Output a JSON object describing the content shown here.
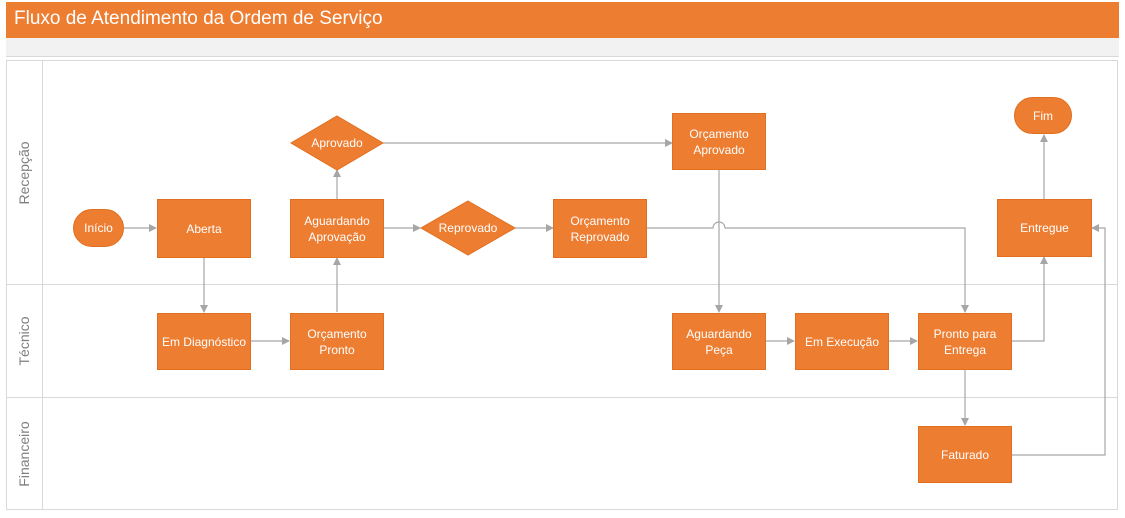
{
  "title": "Fluxo de Atendimento da Ordem de Serviço",
  "lanes": {
    "recepcao": "Recepção",
    "tecnico": "Técnico",
    "financeiro": "Financeiro"
  },
  "nodes": {
    "inicio": "Início",
    "aberta": "Aberta",
    "em_diagnostico": "Em Diagnóstico",
    "orcamento_pronto": "Orçamento Pronto",
    "aguardando_aprovacao": "Aguardando Aprovação",
    "aprovado": "Aprovado",
    "reprovado": "Reprovado",
    "orcamento_reprovado": "Orçamento Reprovado",
    "orcamento_aprovado": "Orçamento Aprovado",
    "aguardando_peca": "Aguardando Peça",
    "em_execucao": "Em Execução",
    "pronto_para_entrega": "Pronto para Entrega",
    "faturado": "Faturado",
    "entregue": "Entregue",
    "fim": "Fim"
  },
  "colors": {
    "accent": "#ED7D31",
    "connector": "#A6A6A6",
    "lane_border": "#D9D9D9"
  }
}
